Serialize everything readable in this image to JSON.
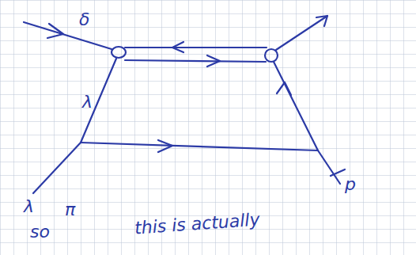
{
  "diagram": {
    "labels": [
      "δ",
      "λ",
      "λ",
      "p",
      "π",
      "so",
      "this is actually"
    ]
  }
}
